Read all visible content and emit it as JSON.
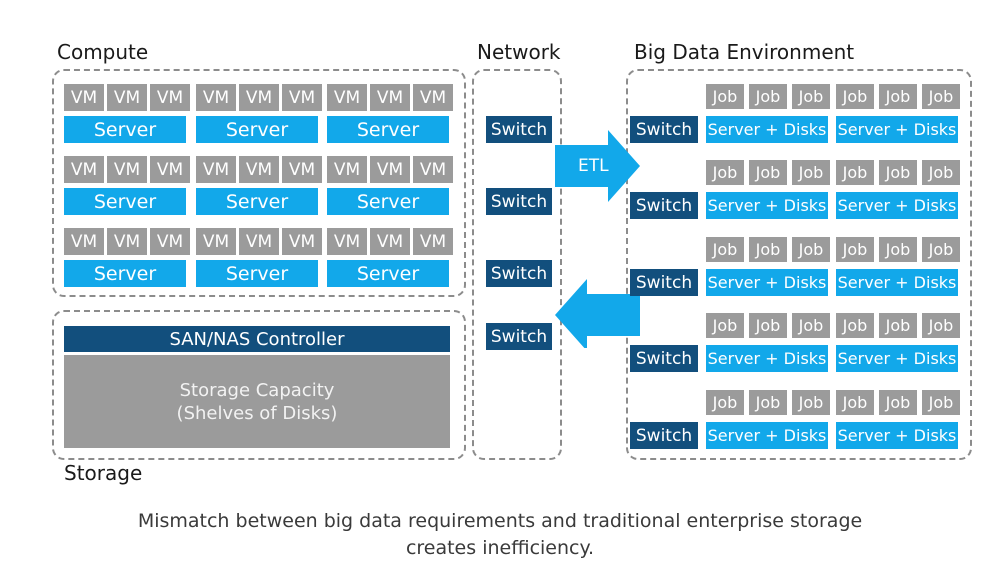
{
  "sections": {
    "compute": "Compute",
    "network": "Network",
    "big_data": "Big Data Environment",
    "storage": "Storage"
  },
  "compute": {
    "vm_label": "VM",
    "server_label": "Server"
  },
  "network": {
    "switches": [
      "Switch",
      "Switch",
      "Switch",
      "Switch"
    ]
  },
  "storage": {
    "controller": "SAN/NAS Controller",
    "capacity_line1": "Storage Capacity",
    "capacity_line2": "(Shelves of Disks)"
  },
  "arrows": {
    "etl_label": "ETL"
  },
  "big_data": {
    "switch_label": "Switch",
    "job_label": "Job",
    "server_disks_label": "Server + Disks"
  },
  "caption": {
    "line1": "Mismatch between big data requirements and traditional enterprise storage",
    "line2": "creates inefficiency."
  },
  "colors": {
    "light_blue": "#12a8ea",
    "dark_blue": "#124f7d",
    "gray": "#9b9b9b",
    "arrow": "#12a8ea",
    "dashed_border": "#8c8c8c"
  }
}
